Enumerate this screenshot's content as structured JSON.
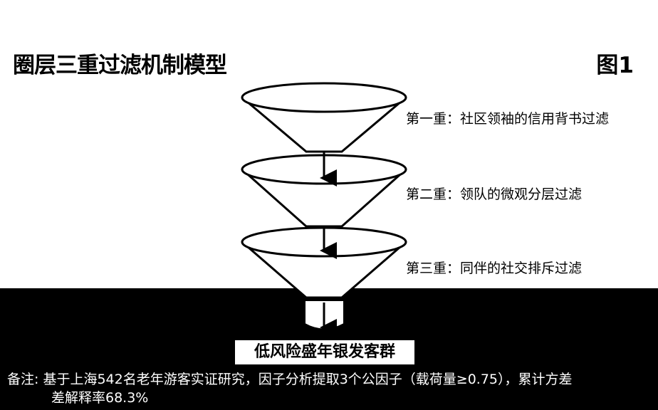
{
  "title": "圈层三重过滤机制模型",
  "figure_label": "图1",
  "stages": [
    {
      "label": "第一重：社区领袖的信用背书过滤"
    },
    {
      "label": "第二重：领队的微观分层过滤"
    },
    {
      "label": "第三重：同伴的社交排斥过滤"
    }
  ],
  "output": "低风险盛年银发客群",
  "note": {
    "line1": "备注: 基于上海542名老年游客实证研究，因子分析提取3个公因子（载荷量≥0.75），累计方差",
    "line2": "差解释率68.3%"
  }
}
